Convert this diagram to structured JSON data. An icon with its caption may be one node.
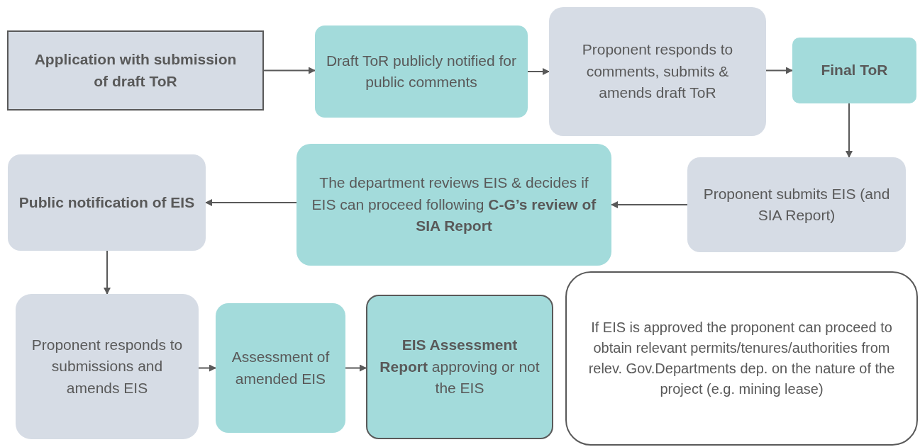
{
  "diagram": {
    "nodes": [
      {
        "text": [
          "Application with submission of draft ToR"
        ]
      },
      {
        "text": [
          "Draft ToR publicly notified for public comments"
        ]
      },
      {
        "text": [
          "Proponent responds to comments, submits & amends draft ToR"
        ]
      },
      {
        "text": [
          "Final ToR"
        ]
      },
      {
        "text": [
          "Public notification of EIS"
        ]
      },
      {
        "text": [
          "The department reviews EIS & decides if EIS can proceed following **C-G’s review of SIA Report**"
        ]
      },
      {
        "text": [
          "Proponent submits EIS (and SIA Report)"
        ]
      },
      {
        "text": [
          "Proponent responds to submissions and amends EIS"
        ]
      },
      {
        "text": [
          "Assessment of amended EIS"
        ]
      },
      {
        "text": [
          "**EIS Assessment Report** approving or not the EIS"
        ]
      },
      {
        "text": [
          "If EIS is approved the proponent can proceed to obtain relevant permits/tenures/authorities from relev. Gov.Departments dep. on the nature of the project (e.g. mining lease)"
        ]
      }
    ],
    "edges": [
      {
        "from": 0,
        "to": 1,
        "arrow": "to"
      },
      {
        "from": 1,
        "to": 2,
        "arrow": "to"
      },
      {
        "from": 2,
        "to": 3,
        "arrow": "to"
      },
      {
        "from": 3,
        "to": 6,
        "arrow": "to"
      },
      {
        "from": 6,
        "to": 5,
        "arrow": "to"
      },
      {
        "from": 5,
        "to": 4,
        "arrow": "to"
      },
      {
        "from": 4,
        "to": 7,
        "arrow": "to"
      },
      {
        "from": 7,
        "to": 8,
        "arrow": "to"
      },
      {
        "from": 8,
        "to": 9,
        "arrow": "to"
      }
    ]
  }
}
